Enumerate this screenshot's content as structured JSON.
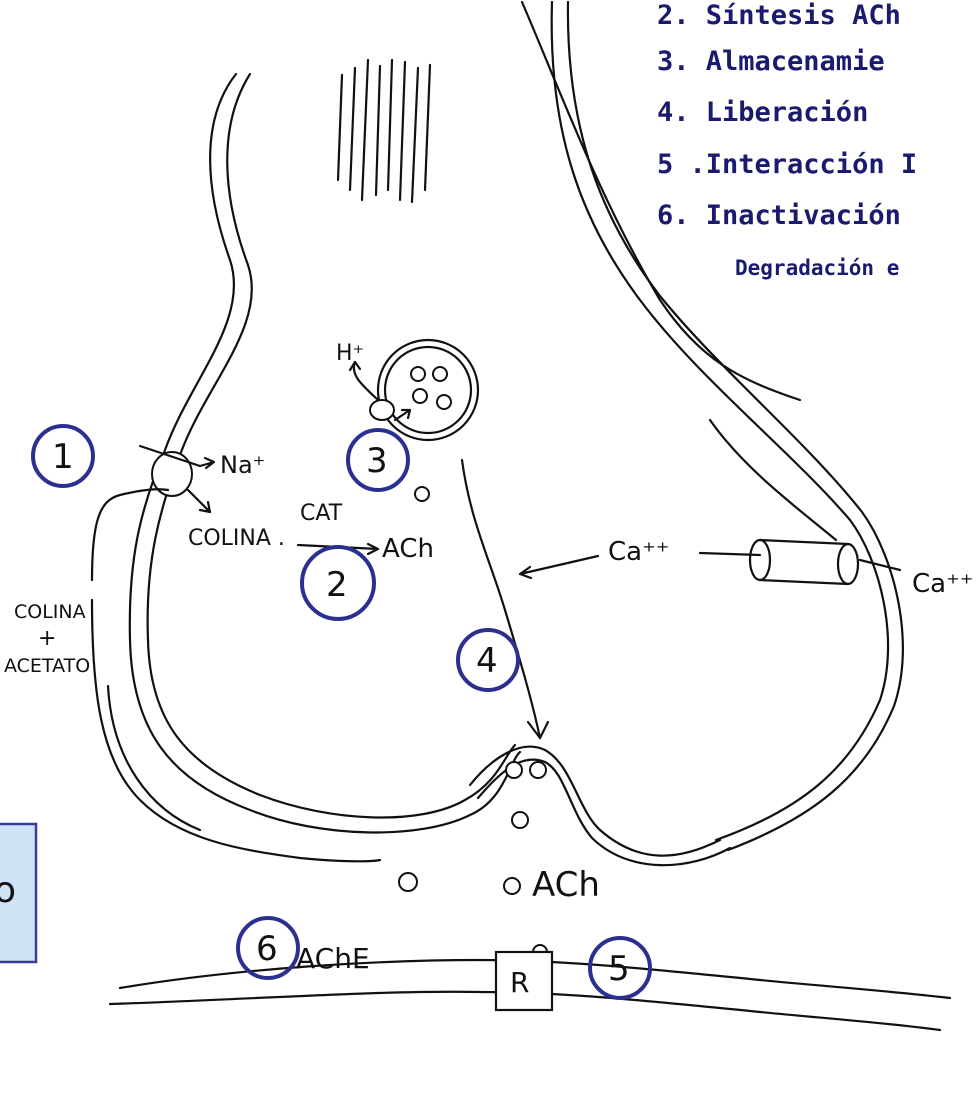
{
  "steps": {
    "s2": "2. Síntesis ACh",
    "s3": "3. Almacenamie",
    "s4": "4. Liberación",
    "s5": "5 .Interacción I",
    "s6": "6. Inactivación",
    "s6_sub": "Degradación e"
  },
  "labels": {
    "h_plus": "H⁺",
    "na_plus": "Na⁺",
    "colina": "COLINA .",
    "cat": "CAT",
    "ach_synth": "ACh",
    "ca_inside": "Ca⁺⁺",
    "ca_outside": "Ca⁺⁺",
    "colina_acetato_1": "COLINA",
    "colina_acetato_2": "+",
    "colina_acetato_3": "ACETATO",
    "ach_cleft": "ACh",
    "ache": "AChE",
    "receptor": "R",
    "box_text": "o"
  },
  "circled_numbers": [
    "1",
    "2",
    "3",
    "4",
    "5",
    "6"
  ],
  "colors": {
    "circle_stroke": "#2b2f8f",
    "step_text": "#1a1a6e",
    "box_fill": "#cfe3f7",
    "box_stroke": "#3a3a9a"
  }
}
